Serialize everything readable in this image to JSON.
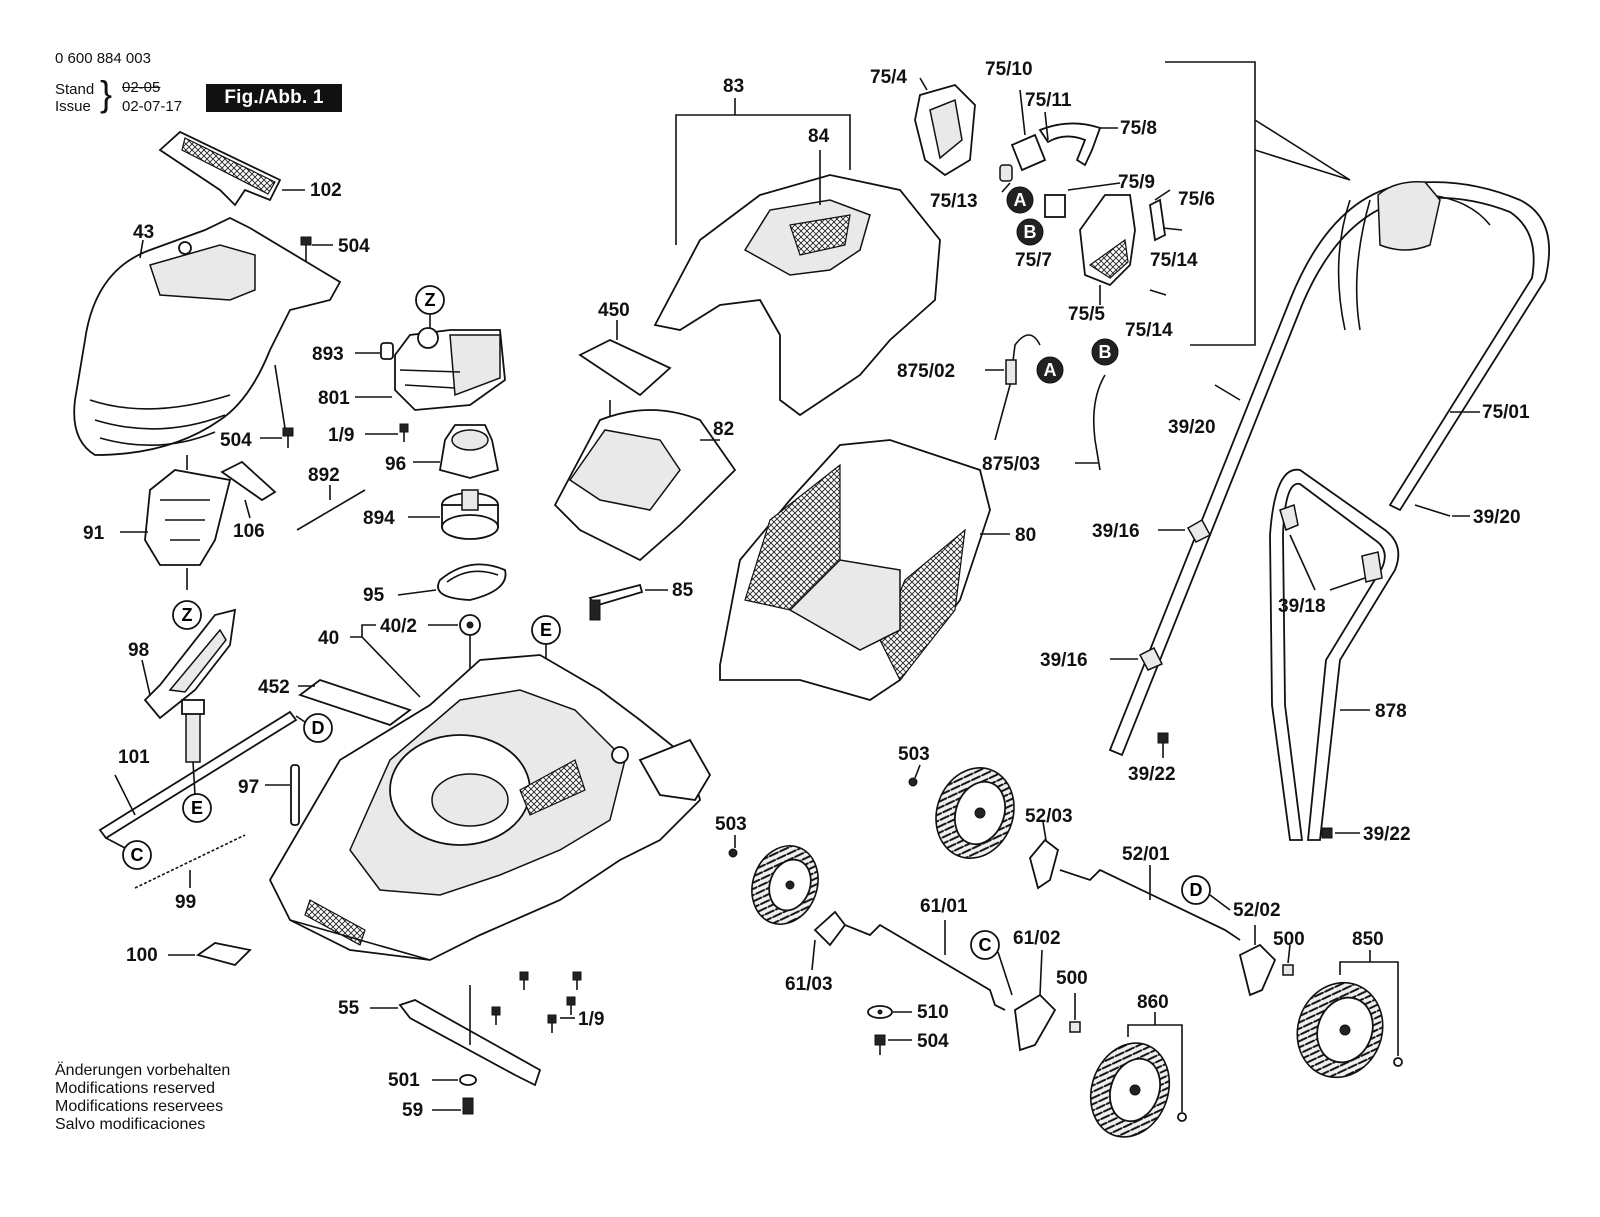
{
  "document": {
    "part_number": "0 600 884 003",
    "stand_label": "Stand",
    "issue_label": "Issue",
    "old_date": "02-05",
    "issue_date": "02-07-17",
    "figure_label": "Fig./Abb. 1"
  },
  "notes": [
    "Änderungen vorbehalten",
    "Modifications reserved",
    "Modifications reservees",
    "Salvo modificaciones"
  ],
  "labels": {
    "p102": "102",
    "p43": "43",
    "p504a": "504",
    "p504b": "504",
    "p893": "893",
    "p801": "801",
    "p1_9a": "1/9",
    "p96": "96",
    "p892": "892",
    "p894": "894",
    "p91": "91",
    "p106": "106",
    "p95": "95",
    "p40_2": "40/2",
    "p40": "40",
    "p98": "98",
    "p452": "452",
    "p101": "101",
    "p97": "97",
    "p99": "99",
    "p100": "100",
    "p55": "55",
    "p1_9b": "1/9",
    "p501": "501",
    "p59": "59",
    "p450": "450",
    "p82": "82",
    "p83": "83",
    "p84": "84",
    "p85": "85",
    "p80": "80",
    "p75_4": "75/4",
    "p75_10": "75/10",
    "p75_11": "75/11",
    "p75_8": "75/8",
    "p75_9": "75/9",
    "p75_6": "75/6",
    "p75_13": "75/13",
    "p75_7": "75/7",
    "p75_14a": "75/14",
    "p75_5": "75/5",
    "p75_14b": "75/14",
    "p875_02": "875/02",
    "p875_03": "875/03",
    "p39_20a": "39/20",
    "p75_01": "75/01",
    "p39_20b": "39/20",
    "p39_16a": "39/16",
    "p39_18": "39/18",
    "p39_16b": "39/16",
    "p878": "878",
    "p39_22a": "39/22",
    "p39_22b": "39/22",
    "p503a": "503",
    "p503b": "503",
    "p52_03": "52/03",
    "p52_01": "52/01",
    "p52_02": "52/02",
    "p500a": "500",
    "p500b": "500",
    "p61_01": "61/01",
    "p61_02": "61/02",
    "p61_03": "61/03",
    "p510": "510",
    "p504c": "504",
    "p850": "850",
    "p860": "860"
  },
  "markers": {
    "Z": "Z",
    "E": "E",
    "D": "D",
    "C": "C",
    "A": "A",
    "B": "B"
  },
  "colors": {
    "ink": "#111111",
    "paper": "#ffffff",
    "fill_light": "#e9e9e9",
    "badge": "#111111"
  },
  "icons": [
    "lawn-mower-deck",
    "grass-box",
    "handle",
    "motor",
    "wheel",
    "blade"
  ]
}
